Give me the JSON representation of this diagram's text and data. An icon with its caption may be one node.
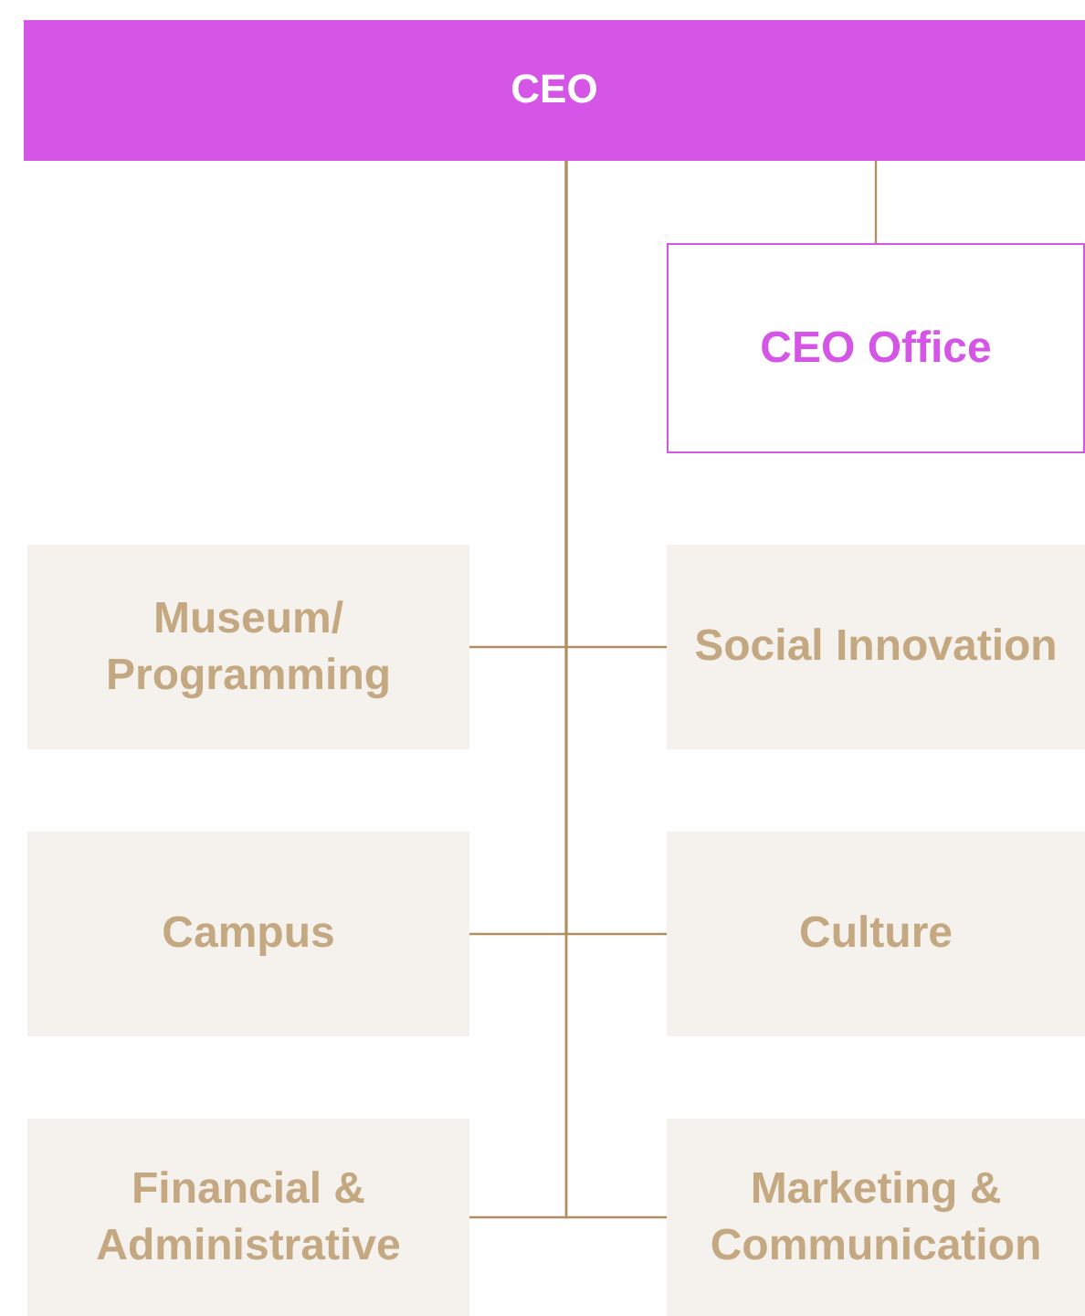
{
  "diagram": {
    "nodes": [
      {
        "text": [
          "CEO"
        ]
      },
      {
        "text": [
          "CEO Office"
        ]
      },
      {
        "text": [
          "Museum/ Programming"
        ]
      },
      {
        "text": [
          "Social Innovation"
        ]
      },
      {
        "text": [
          "Campus"
        ]
      },
      {
        "text": [
          "Culture"
        ]
      },
      {
        "text": [
          "Financial & Administrative"
        ]
      },
      {
        "text": [
          "Marketing & Communication"
        ]
      }
    ],
    "edges": [
      {
        "from": 0,
        "to": 1,
        "arrow": "none"
      },
      {
        "from": 0,
        "to": 2,
        "arrow": "none"
      },
      {
        "from": 0,
        "to": 3,
        "arrow": "none"
      },
      {
        "from": 0,
        "to": 4,
        "arrow": "none"
      },
      {
        "from": 0,
        "to": 5,
        "arrow": "none"
      },
      {
        "from": 0,
        "to": 6,
        "arrow": "none"
      },
      {
        "from": 0,
        "to": 7,
        "arrow": "none"
      }
    ]
  }
}
